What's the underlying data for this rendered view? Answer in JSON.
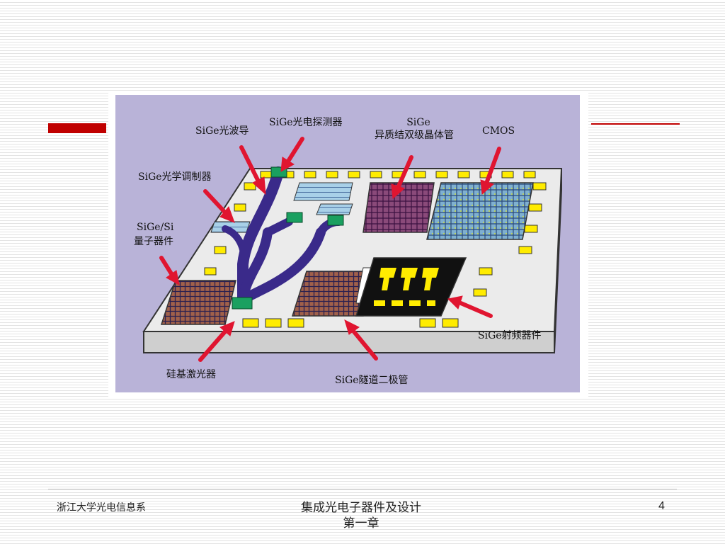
{
  "colors": {
    "accent": "#c00000",
    "panel_bg": "#b9b3d8",
    "chip_top": "#ebebeb",
    "arrow": "#e01530",
    "waveguide": "#3a2a8a",
    "pad": "#ffec00"
  },
  "diagram": {
    "labels": {
      "waveguide": "SiGe光波导",
      "photodetector": "SiGe光电探测器",
      "hbt_line1": "SiGe",
      "hbt_line2": "异质结双级晶体管",
      "cmos": "CMOS",
      "modulator": "SiGe光学调制器",
      "quantum_line1": "SiGe/Si",
      "quantum_line2": "量子器件",
      "rf": "SiGe射频器件",
      "laser": "硅基激光器",
      "tunnel": "SiGe隧道二极管"
    }
  },
  "footer": {
    "left": "浙江大学光电信息系",
    "center_line1": "集成光电子器件及设计",
    "center_line2": "第一章",
    "page": "4"
  }
}
